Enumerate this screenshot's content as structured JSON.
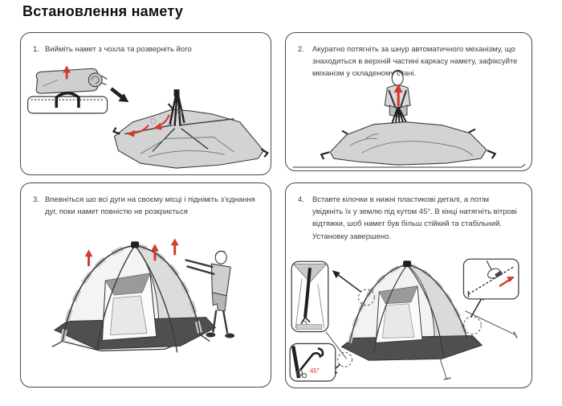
{
  "page": {
    "title": "Встановлення намету"
  },
  "colors": {
    "accent_red": "#d23b2f",
    "outline": "#3a3a3a",
    "fabric_light": "#d3d3d3",
    "fabric_panel": "#dcdcdc",
    "floor_dark": "#4f4f4f",
    "panel_border": "#4a4a4a"
  },
  "steps": [
    {
      "number": "1.",
      "text": "Вийміть намет з чохла та розверніть його",
      "illustration": "rolled-tent-carry-bag-and-unfolded-tent"
    },
    {
      "number": "2.",
      "text": "Акуратно потягніть за шнур автоматичного механізму, що знаходиться в верхній частині каркасу намету, зафіксуйте механізм у складеному стані.",
      "illustration": "person-pulling-automatic-mechanism-cord"
    },
    {
      "number": "3.",
      "text": "Впевніться шо всі дуги на своєму місці і підніміть з’єднання дуг, поки намет повністю не розкриється",
      "illustration": "person-lifting-pole-joints"
    },
    {
      "number": "4.",
      "text": "Вставте кілочки в нижні пластикові деталі, а потім увідкніть їх у землю під кутом 45°. В кінці натягніть вітрові відтяжки, шоб намет був більш стійкий та стабільний. Установку завершено.",
      "illustration": "staking-pegs-and-wind-guy-lines",
      "stake_angle_label": "45°"
    }
  ]
}
